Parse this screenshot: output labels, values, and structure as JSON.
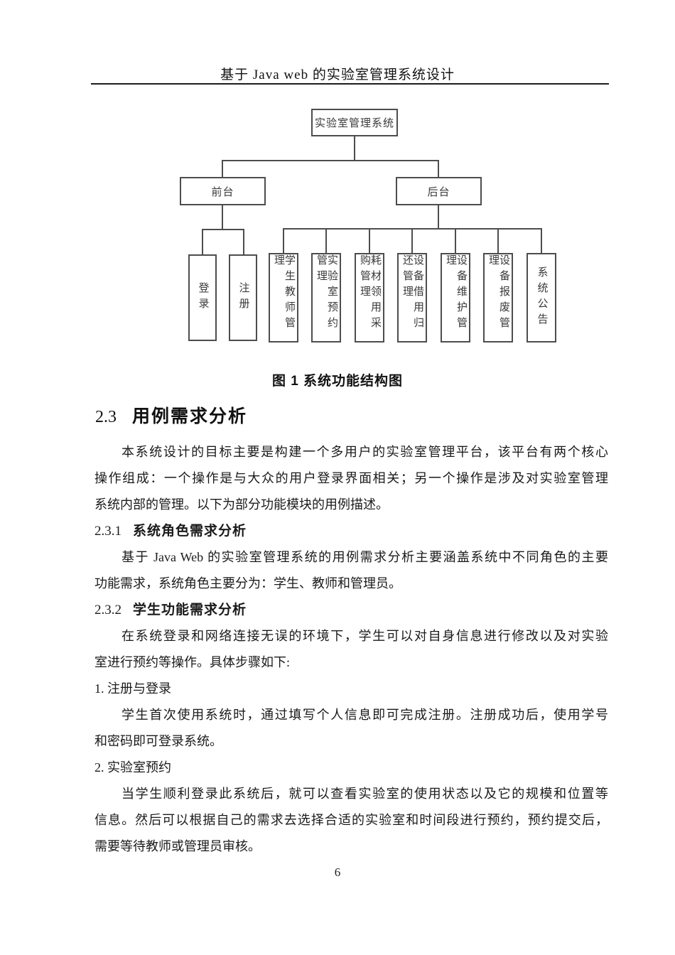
{
  "header": {
    "title": "基于 Java web 的实验室管理系统设计"
  },
  "diagram": {
    "root": "实验室管理系统",
    "frontend": "前台",
    "backend": "后台",
    "frontend_children": [
      "登录",
      "注册"
    ],
    "backend_children": [
      "学生教师管理",
      "实验室预约管理",
      "耗材领用采购管理",
      "设备借用归还管理",
      "设备维护管理",
      "设备报废管理",
      "系统公告"
    ],
    "caption": "图 1 系统功能结构图"
  },
  "section": {
    "number": "2.3",
    "title": "用例需求分析"
  },
  "content": {
    "p1": [
      "本系统设计的目标主要是构建一个多用户的实验室管理平台，该平台有两个核心",
      "操作组成：一个操作是与大众的用户登录界面相关；另一个操作是涉及对实验室管理",
      "系统内部的管理。以下为部分功能模块的用例描述。"
    ],
    "h231": {
      "number": "2.3.1",
      "title": "系统角色需求分析"
    },
    "p2": [
      "基于 Java Web 的实验室管理系统的用例需求分析主要涵盖系统中不同角色的主要",
      "功能需求，系统角色主要分为：学生、教师和管理员。"
    ],
    "h232": {
      "number": "2.3.2",
      "title": "学生功能需求分析"
    },
    "p3": [
      "在系统登录和网络连接无误的环境下，学生可以对自身信息进行修改以及对实验",
      "室进行预约等操作。具体步骤如下:"
    ],
    "list1": "1. 注册与登录",
    "p4": [
      "学生首次使用系统时，通过填写个人信息即可完成注册。注册成功后，使用学号",
      "和密码即可登录系统。"
    ],
    "list2": "2. 实验室预约",
    "p5": [
      "当学生顺利登录此系统后，就可以查看实验室的使用状态以及它的规模和位置等",
      "信息。然后可以根据自己的需求去选择合适的实验室和时间段进行预约，预约提交后，",
      "需要等待教师或管理员审核。"
    ]
  },
  "footer": {
    "page_number": "6"
  },
  "colors": {
    "text": "#1a1a1a",
    "diagram_line": "#4d4d4d"
  }
}
